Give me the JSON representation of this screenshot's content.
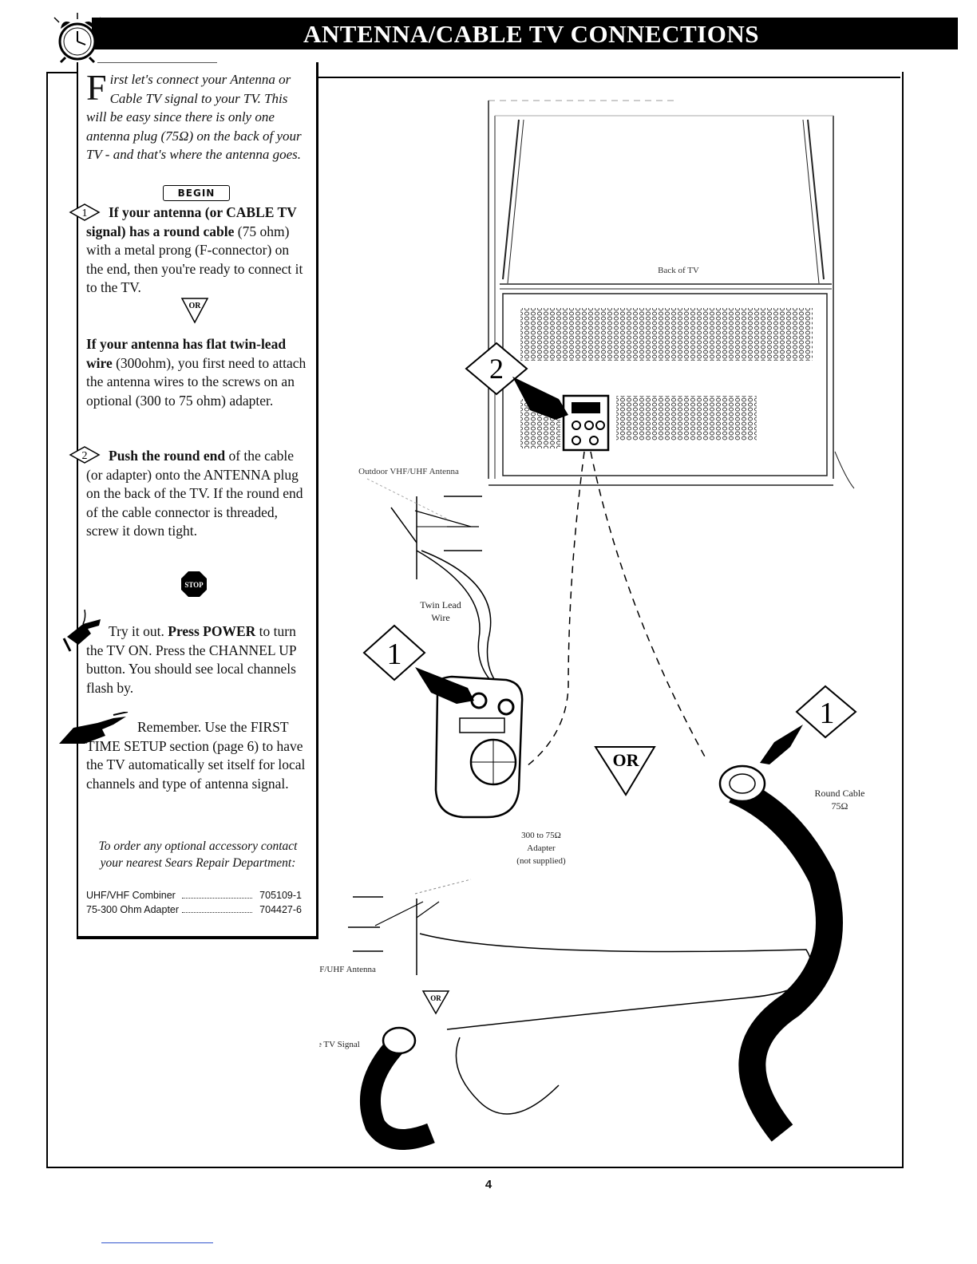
{
  "header": {
    "title": "ANTENNA/CABLE TV CONNECTIONS"
  },
  "intro": {
    "drop_cap": "F",
    "text": "irst let's connect your Antenna or Cable TV signal to your TV. This will be easy since there is only one antenna plug (75Ω) on the back of your TV - and that's where the antenna goes."
  },
  "begin_label": "BEGIN",
  "step1": {
    "number": "1",
    "bold": "If your antenna (or CABLE TV signal) has a round cable",
    "text": " (75 ohm) with a metal prong (F-connector) on the end, then you're ready to connect it to the TV."
  },
  "or_label": "OR",
  "step1b": {
    "bold": "If your antenna has flat twin-lead wire",
    "text": " (300ohm), you first need to attach the antenna wires to the screws on an optional (300 to 75 ohm) adapter."
  },
  "step2": {
    "number": "2",
    "bold": "Push the round end",
    "text": " of the cable (or adapter) onto the ANTENNA plug on the back of the TV.  If the round end of the cable connector is threaded, screw it down tight."
  },
  "stop_label": "STOP",
  "try": {
    "pre": "Try it out. ",
    "bold": "Press POWER",
    "text": " to turn the TV ON. Press the CHANNEL UP button. You should see local channels flash by."
  },
  "remember": {
    "text": "Remember. Use the FIRST TIME SETUP section (page 6) to have the TV automatically set itself for local channels and type of antenna signal."
  },
  "order": {
    "text": "To order any optional accessory contact your nearest Sears Repair Department:",
    "parts": [
      {
        "name": "UHF/VHF Combiner",
        "number": "705109-1"
      },
      {
        "name": "75-300 Ohm Adapter",
        "number": "704427-6"
      }
    ]
  },
  "diagram": {
    "back_of_tv": "Back of TV",
    "outdoor_antenna_top": "Outdoor VHF/UHF Antenna",
    "twin_lead": [
      "Twin Lead",
      "Wire"
    ],
    "adapter": [
      "300 to 75Ω",
      "Adapter",
      "(not supplied)"
    ],
    "round_cable": [
      "Round Cable",
      "75Ω"
    ],
    "outdoor_antenna_bottom": "Outdoor VHF/UHF Antenna",
    "cable_tv_signal": "Cable TV Signal",
    "callout_1": "1",
    "callout_2": "2",
    "or": "OR"
  },
  "page_number": "4"
}
